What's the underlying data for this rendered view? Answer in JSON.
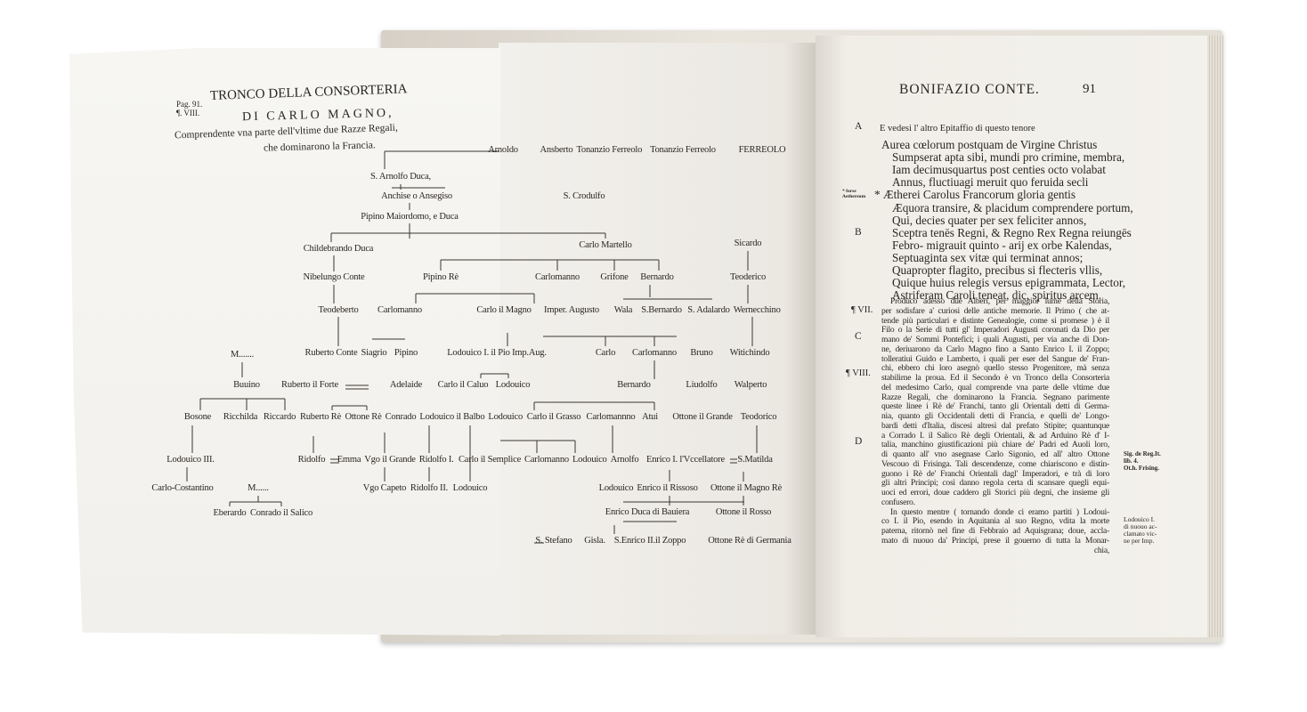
{
  "foldout": {
    "page_ref": "Pag. 91.\n¶. VIII.",
    "title_line1": "TRONCO DELLA CONSORTERIA",
    "title_line2": "DI CARLO MAGNO,",
    "subtitle_line1": "Comprendente vna parte dell'vltime due Razze Regali,",
    "subtitle_line2": "che dominarono la Francia."
  },
  "tree": {
    "nodes": [
      "Arnoldo",
      "Ansberto",
      "Tonanzio Ferreolo",
      "Tonanzio Ferreolo",
      "FERREOLO",
      "S. Arnolfo Duca,",
      "Anchise o Ansegiso",
      "S. Crodulfo",
      "Pipino Maiordomo, e Duca",
      "Childebrando Duca",
      "Carlo Martello",
      "Sicardo",
      "Nibelungo Conte",
      "Pipino Rè",
      "Carlomanno",
      "Grifone",
      "Bernardo",
      "Teoderico",
      "Teodeberto",
      "Carlomanno",
      "Carlo il Magno",
      "Imper. Augusto",
      "Wala",
      "S.Bernardo",
      "S. Adalardo",
      "Wernecchino",
      "M.......",
      "Ruberto Conte",
      "Siagrio",
      "Pipino",
      "Lodouico I. il Pio Imp.Aug.",
      "Carlo",
      "Carlomanno",
      "Bruno",
      "Witichindo",
      "Buuino",
      "Ruberto il Forte",
      "Adelaide",
      "Carlo il Caluo",
      "Lodouico",
      "Bernardo",
      "Liudolfo",
      "Walperto",
      "Bosone",
      "Ricchilda",
      "Riccardo",
      "Ruberto Rè",
      "Ottone Rè",
      "Conrado",
      "Lodouico il Balbo",
      "Lodouico",
      "Carlo il Grasso",
      "Carlomannno",
      "Atui",
      "Ottone il Grande",
      "Teodorico",
      "Lodouico III.",
      "Ridolfo",
      "Emma",
      "Vgo il Grande",
      "Ridolfo I.",
      "Carlo il Semplice",
      "Carlomanno",
      "Lodouico",
      "Arnolfo",
      "Enrico I. l'Vccellatore",
      "S.Matilda",
      "Carlo-Costantino",
      "M......",
      "Vgo Capeto",
      "Ridolfo II.",
      "Lodouico",
      "Lodouico",
      "Enrico il Rissoso",
      "Ottone il Magno Rè",
      "Eberardo",
      "Conrado il Salico",
      "Enrico Duca di Bauiera",
      "Ottone il Rosso",
      "S. Stefano",
      "Gisla.",
      "S.Enrico II.il Zoppo",
      "Ottone Rè di Germania"
    ]
  },
  "right_page": {
    "running_head": "BONIFAZIO CONTE.",
    "page_number": "91",
    "intro": "E vedesi l' altro Epitaffio di questo tenore",
    "poem": [
      "Aurea cœlorum postquam de Virgine Christus",
      "Sumpserat apta sibi, mundi pro crimine, membra,",
      "Iam decimusquartus post centies octo volabat",
      "Annus, fluctiuagi meruit quo feruida secli",
      "* Ætherei Carolus Francorum gloria gentis",
      "Æquora transire, & placidum comprendere portum,",
      "Qui, decies quater per sex feliciter annos,",
      "Sceptra tenēs Regni, & Regno Rex Regna reiungēs",
      "Febro- migrauit quinto - arij ex orbe Kalendas,",
      "Septuaginta sex vitæ qui terminat annos;",
      "Quapropter flagito, precibus si flecteris vllis,",
      "Quique huius relegis versus epigrammata, Lector,",
      "Astriferam Caroli teneat, dic, spiritus arcem."
    ],
    "paragraph": [
      "Produco adesso due Alberi, per maggior lume della Storia,",
      "per sodisfare a' curiosi delle antiche memorie. Il Primo ( che at-",
      "tende più particulari e distinte Genealogie, come si promese ) è il",
      "Filo o la Serie di tutti gl' Imperadori Augusti coronati da Dio per",
      "mano de' Sommi Pontefici; i quali Augusti, per via anche di Don-",
      "ne, deriuarono da Carlo Magno fino a Santo Enrico I. il Zoppo;",
      "tolleratiui Guido e Lamberto, i quali per eser del Sangue de' Fran-",
      "chi, ebbero chi loro asegnò quello stesso Progenitore, mà senza",
      "stabilirne la proua. Ed il Secondo è vn Tronco della Consorteria",
      "del medesimo Carlo, qual comprende vna parte delle vltime due",
      "Razze Regali, che dominarono la Francia. Segnano parimente",
      "queste linee i Rè de' Franchi, tanto gli Orientali detti di Germa-",
      "nia, quanto gli Occidentali detti di Francia, e quelli de' Longo-",
      "bardi detti d'Italia, discesi altresì dal prefato Stipite; quantunque",
      "a Corrado I. il Salico Rè degli Orientali, & ad Arduino Rè d' I-",
      "talia, manchino giustificazioni più chiare de' Padri ed Auoli loro,",
      "di quanto all' vno asegnase Carlo Sigonio, ed all' altro Ottone",
      "Vescouo di Frisinga. Tali descendenze, come chiariscono e distin-",
      "guono i Rè de' Franchi Orientali dagl' Imperadori, e trà di loro",
      "gli altri Principi; così danno regola certa di scansare quegli equi-",
      "uoci ed errori, doue caddero gli Storici più degni, che insieme gli",
      "confusero.",
      "In questo mentre ( tornando donde ci eramo partiti ) Lodoui-",
      "co I. il Pio, esendo in Aquitania al suo Regno, vdita la morte",
      "paterna, ritornò nel fine di Febbraio ad Aquisgrana; doue, accla-",
      "mato di nuouo da' Principi, prese il gouerno di tutta la Monar-",
      "chia,"
    ],
    "margin_letters": [
      "A",
      "B",
      "C",
      "D"
    ],
    "section_marks": [
      "¶ VII.",
      "¶ VIII."
    ],
    "notes": {
      "aethereum": "* forse\nAethereum",
      "sigonio": "Sig. de Reg.It.\nlib. 4.\nOt.h. Frising.",
      "lodouico": "Lodouico I.\ndi nuouo ac-\nclamato vic-\nne per Imp."
    }
  }
}
